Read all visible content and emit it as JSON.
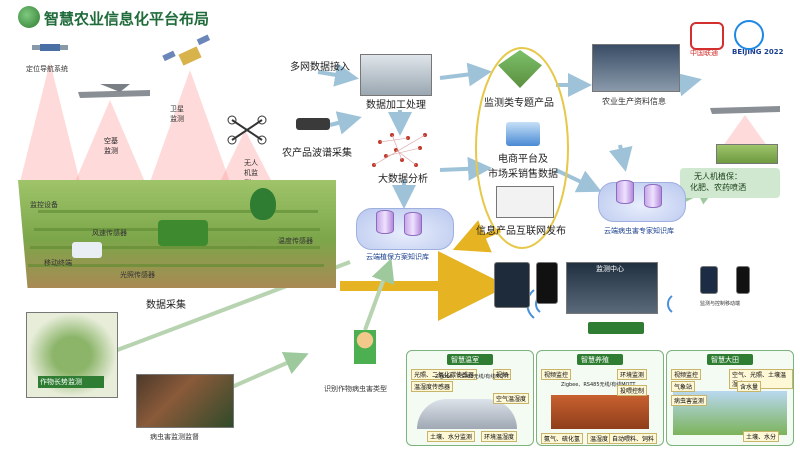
{
  "title": "智慧农业信息化平台布局",
  "labels": {
    "nav": "定位导航系统",
    "air": "空基\n监测",
    "sat": "卫星\n监测",
    "uav": "无人\n机监\n测",
    "multi_net": "多网数据接入",
    "processing": "数据加工处理",
    "spectrum": "农产品波谱采集",
    "bigdata": "大数据分析",
    "monitor_product": "监测类专题产品",
    "ecommerce": "电商平台及\n市场采销售数据",
    "publish": "信息产品互联网发布",
    "agri_info": "农业生产资料信息",
    "uav_spray": "无人机植保：\n化肥、农药喷洒",
    "cloud_plant": "云端植保方案知识库",
    "cloud_pest": "云端病虫害专家知识库",
    "data_collect": "数据采集",
    "growth": "作物长势监测",
    "pest_detect": "病虫害监测监督",
    "identify": "识别作物病虫害类型",
    "farm_monitor": "监控设备",
    "wind": "风速传感器",
    "temp": "温度传感器",
    "mobile": "移动终端",
    "light": "光照传感器",
    "monitor_center": "监测中心",
    "remote_app": "监测与控制移动端",
    "unicom": "中国联通",
    "beijing": "BEIJING 2022"
  },
  "panels": [
    {
      "title": "智慧温室",
      "chips": [
        "光照、二氧化碳传感器",
        "温湿度传感器",
        "视频",
        "Zigbee、RS485无线/有线MQTT",
        "空气温湿度",
        "土壤、水分监测",
        "环境温湿度"
      ]
    },
    {
      "title": "智慧养殖",
      "chips": [
        "视频监控",
        "环境监测",
        "Zigbee、RS485无线/有线MQTT",
        "氨气、硫化氢",
        "温湿度",
        "投喂控制",
        "自动喂料、饲料"
      ]
    },
    {
      "title": "智慧大田",
      "chips": [
        "视频监控",
        "空气、光照、土壤温湿度",
        "含水量",
        "病虫害监测",
        "气象站",
        "土壤、水分"
      ]
    }
  ],
  "colors": {
    "accent": "#2e7d32",
    "gold": "#e6b422",
    "arrow": "#9ec3d9",
    "cloud": "#b9c7ee"
  }
}
